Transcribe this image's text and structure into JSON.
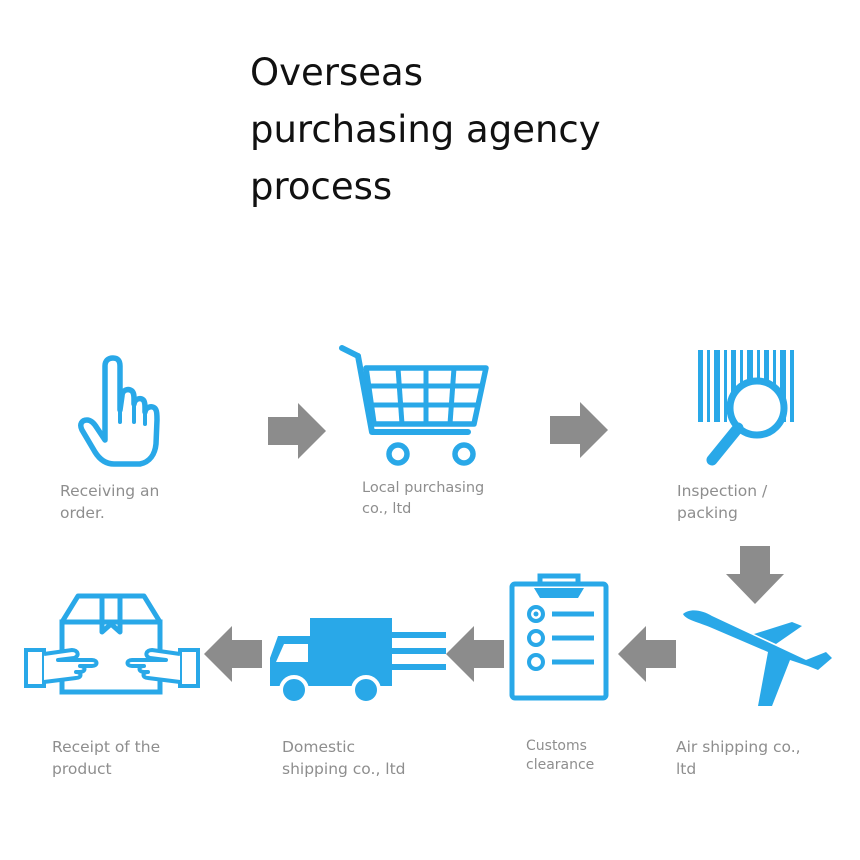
{
  "title": {
    "line1": "Overseas",
    "line2": "purchasing agency",
    "line3": "process"
  },
  "colors": {
    "icon_blue": "#29a8e8",
    "arrow_gray": "#8c8c8c",
    "label_gray": "#8e8e8e"
  },
  "steps": [
    {
      "icon": "pointing-hand-icon",
      "line1": "Receiving an",
      "line2": "order."
    },
    {
      "icon": "shopping-cart-icon",
      "line1": "Local purchasing",
      "line2": "co., ltd"
    },
    {
      "icon": "barcode-magnifier-icon",
      "line1": "Inspection /",
      "line2": "packing"
    },
    {
      "icon": "airplane-icon",
      "line1": "Air shipping co.,",
      "line2": "ltd"
    },
    {
      "icon": "clipboard-checklist-icon",
      "line1": "Customs",
      "line2": "clearance"
    },
    {
      "icon": "delivery-truck-icon",
      "line1": "Domestic",
      "line2": "shipping co., ltd"
    },
    {
      "icon": "package-in-hands-icon",
      "line1": "Receipt of the",
      "line2": "product"
    }
  ]
}
